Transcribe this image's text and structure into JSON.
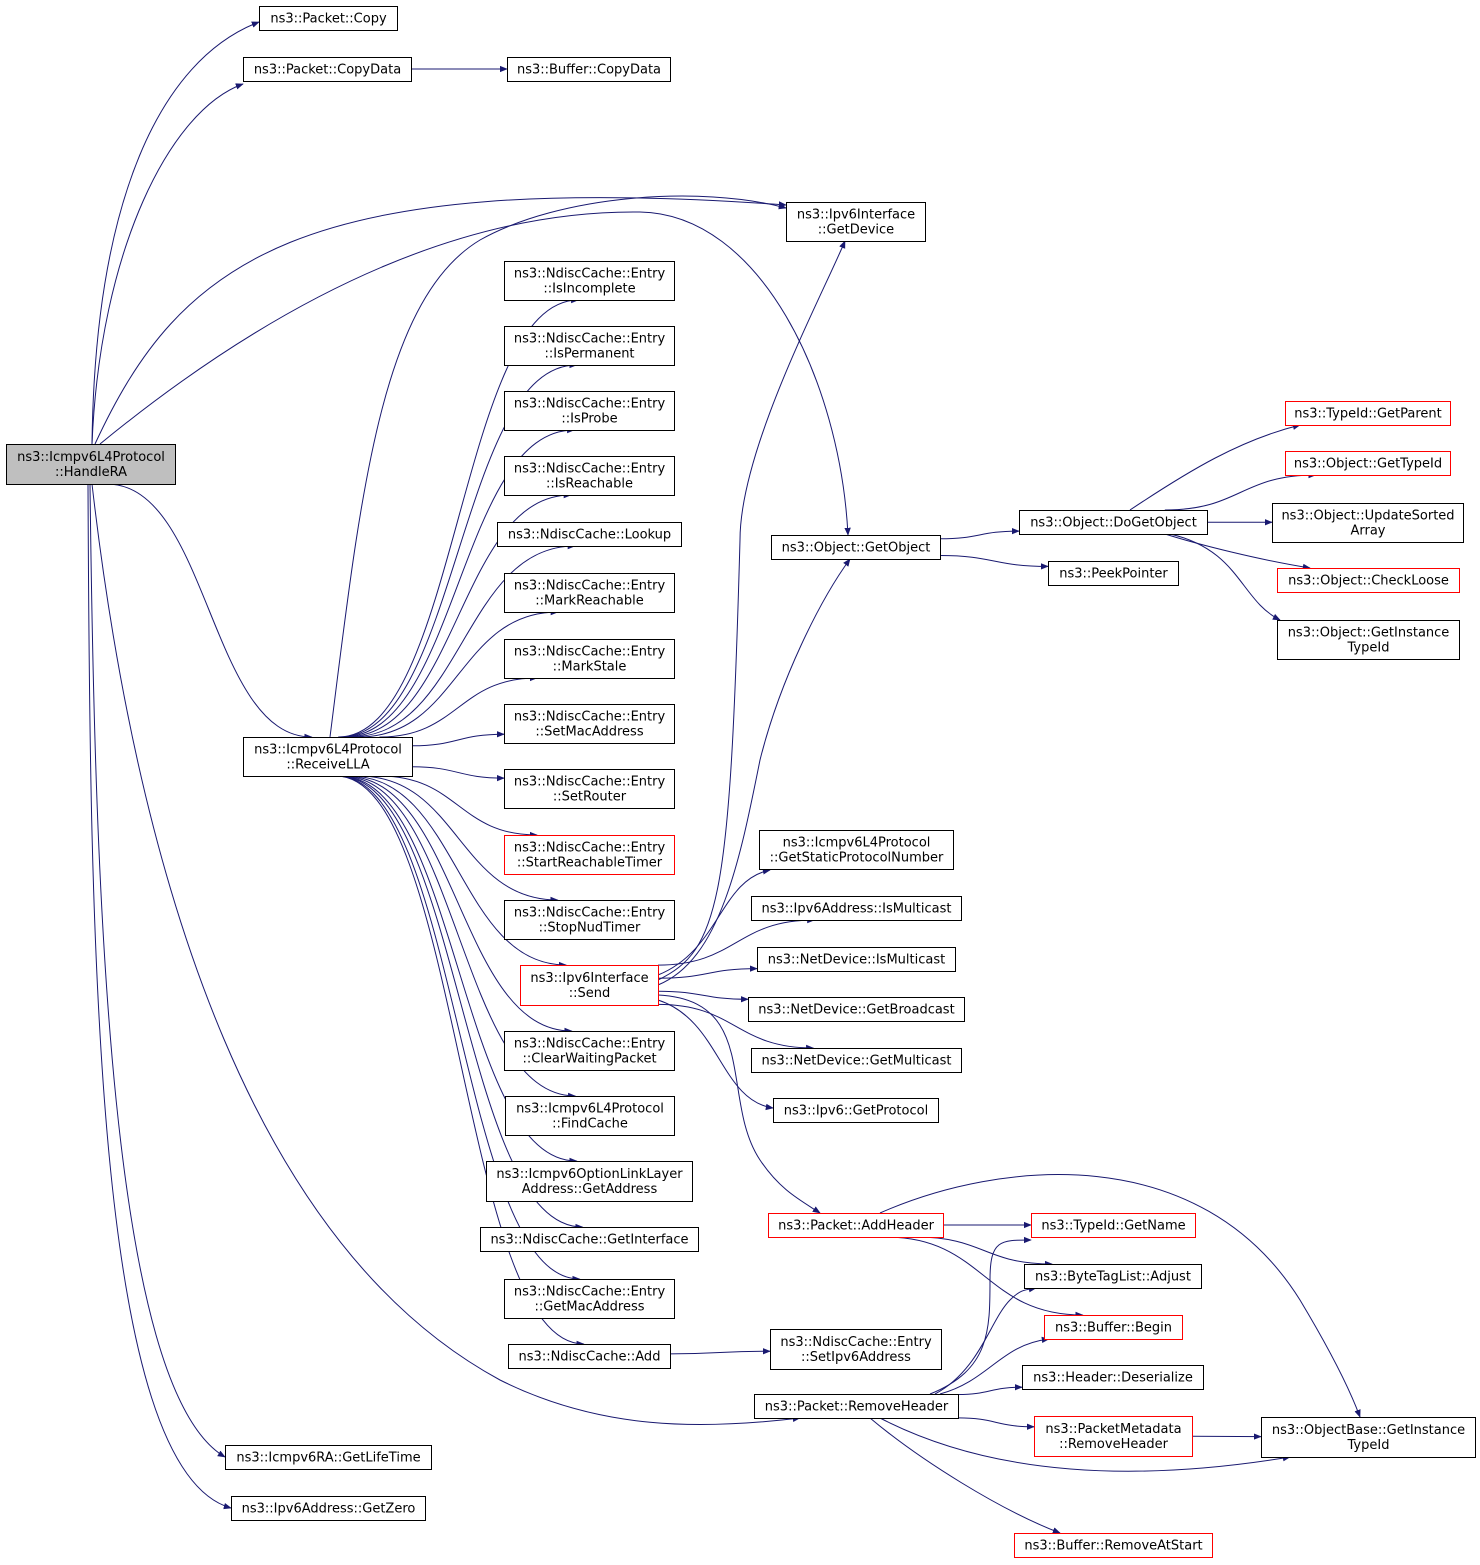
{
  "colors": {
    "edge": "#191970",
    "root_fill": "#bfbfbf",
    "node_border": "#000000",
    "truncated_border": "#ff0000",
    "background": "#ffffff"
  },
  "nodes": [
    {
      "id": "handle_ra",
      "lines": [
        "ns3::Icmpv6L4Protocol",
        "::HandleRA"
      ],
      "root": true
    },
    {
      "id": "packet_copy",
      "lines": [
        "ns3::Packet::Copy"
      ]
    },
    {
      "id": "packet_copydata",
      "lines": [
        "ns3::Packet::CopyData"
      ]
    },
    {
      "id": "buffer_copydata",
      "lines": [
        "ns3::Buffer::CopyData"
      ]
    },
    {
      "id": "ipv6if_getdevice",
      "lines": [
        "ns3::Ipv6Interface",
        "::GetDevice"
      ]
    },
    {
      "id": "entry_isincomplete",
      "lines": [
        "ns3::NdiscCache::Entry",
        "::IsIncomplete"
      ]
    },
    {
      "id": "entry_ispermanent",
      "lines": [
        "ns3::NdiscCache::Entry",
        "::IsPermanent"
      ]
    },
    {
      "id": "entry_isprobe",
      "lines": [
        "ns3::NdiscCache::Entry",
        "::IsProbe"
      ]
    },
    {
      "id": "entry_isreachable",
      "lines": [
        "ns3::NdiscCache::Entry",
        "::IsReachable"
      ]
    },
    {
      "id": "ndisc_lookup",
      "lines": [
        "ns3::NdiscCache::Lookup"
      ]
    },
    {
      "id": "entry_markreachable",
      "lines": [
        "ns3::NdiscCache::Entry",
        "::MarkReachable"
      ]
    },
    {
      "id": "entry_markstale",
      "lines": [
        "ns3::NdiscCache::Entry",
        "::MarkStale"
      ]
    },
    {
      "id": "entry_setmacaddress",
      "lines": [
        "ns3::NdiscCache::Entry",
        "::SetMacAddress"
      ]
    },
    {
      "id": "entry_setrouter",
      "lines": [
        "ns3::NdiscCache::Entry",
        "::SetRouter"
      ]
    },
    {
      "id": "entry_startreachabletimer",
      "lines": [
        "ns3::NdiscCache::Entry",
        "::StartReachableTimer"
      ],
      "truncated": true
    },
    {
      "id": "entry_stopnudtimer",
      "lines": [
        "ns3::NdiscCache::Entry",
        "::StopNudTimer"
      ]
    },
    {
      "id": "ipv6if_send",
      "lines": [
        "ns3::Ipv6Interface",
        "::Send"
      ],
      "truncated": true
    },
    {
      "id": "entry_clearwaitingpacket",
      "lines": [
        "ns3::NdiscCache::Entry",
        "::ClearWaitingPacket"
      ]
    },
    {
      "id": "icmp_findcache",
      "lines": [
        "ns3::Icmpv6L4Protocol",
        "::FindCache"
      ]
    },
    {
      "id": "optlinklayer_getaddress",
      "lines": [
        "ns3::Icmpv6OptionLinkLayer",
        "Address::GetAddress"
      ]
    },
    {
      "id": "ndisc_getinterface",
      "lines": [
        "ns3::NdiscCache::GetInterface"
      ]
    },
    {
      "id": "entry_getmacaddress",
      "lines": [
        "ns3::NdiscCache::Entry",
        "::GetMacAddress"
      ]
    },
    {
      "id": "ndisc_add",
      "lines": [
        "ns3::NdiscCache::Add"
      ]
    },
    {
      "id": "icmp_receivella",
      "lines": [
        "ns3::Icmpv6L4Protocol",
        "::ReceiveLLA"
      ]
    },
    {
      "id": "icmpv6ra_getlifetime",
      "lines": [
        "ns3::Icmpv6RA::GetLifeTime"
      ]
    },
    {
      "id": "ipv6addr_getzero",
      "lines": [
        "ns3::Ipv6Address::GetZero"
      ]
    },
    {
      "id": "object_getobject",
      "lines": [
        "ns3::Object::GetObject"
      ]
    },
    {
      "id": "object_dogetobject",
      "lines": [
        "ns3::Object::DoGetObject"
      ]
    },
    {
      "id": "peekpointer",
      "lines": [
        "ns3::PeekPointer"
      ]
    },
    {
      "id": "typeid_getparent",
      "lines": [
        "ns3::TypeId::GetParent"
      ],
      "truncated": true
    },
    {
      "id": "object_gettypeid",
      "lines": [
        "ns3::Object::GetTypeId"
      ],
      "truncated": true
    },
    {
      "id": "object_updatesortedarray",
      "lines": [
        "ns3::Object::UpdateSorted",
        "Array"
      ]
    },
    {
      "id": "object_checkloose",
      "lines": [
        "ns3::Object::CheckLoose"
      ],
      "truncated": true
    },
    {
      "id": "object_getinstancetypeid",
      "lines": [
        "ns3::Object::GetInstance",
        "TypeId"
      ]
    },
    {
      "id": "icmp_getstaticprotocolnumber",
      "lines": [
        "ns3::Icmpv6L4Protocol",
        "::GetStaticProtocolNumber"
      ]
    },
    {
      "id": "ipv6addr_ismulticast",
      "lines": [
        "ns3::Ipv6Address::IsMulticast"
      ]
    },
    {
      "id": "netdevice_ismulticast",
      "lines": [
        "ns3::NetDevice::IsMulticast"
      ]
    },
    {
      "id": "netdevice_getbroadcast",
      "lines": [
        "ns3::NetDevice::GetBroadcast"
      ]
    },
    {
      "id": "netdevice_getmulticast",
      "lines": [
        "ns3::NetDevice::GetMulticast"
      ]
    },
    {
      "id": "ipv6_getprotocol",
      "lines": [
        "ns3::Ipv6::GetProtocol"
      ]
    },
    {
      "id": "packet_addheader",
      "lines": [
        "ns3::Packet::AddHeader"
      ],
      "truncated": true
    },
    {
      "id": "typeid_getname",
      "lines": [
        "ns3::TypeId::GetName"
      ],
      "truncated": true
    },
    {
      "id": "bytetaglist_adjust",
      "lines": [
        "ns3::ByteTagList::Adjust"
      ]
    },
    {
      "id": "buffer_begin",
      "lines": [
        "ns3::Buffer::Begin"
      ],
      "truncated": true
    },
    {
      "id": "header_deserialize",
      "lines": [
        "ns3::Header::Deserialize"
      ]
    },
    {
      "id": "packet_removeheader",
      "lines": [
        "ns3::Packet::RemoveHeader"
      ]
    },
    {
      "id": "packetmetadata_removeheader",
      "lines": [
        "ns3::PacketMetadata",
        "::RemoveHeader"
      ],
      "truncated": true
    },
    {
      "id": "objectbase_getinstancetypeid",
      "lines": [
        "ns3::ObjectBase::GetInstance",
        "TypeId"
      ]
    },
    {
      "id": "buffer_removeatstart",
      "lines": [
        "ns3::Buffer::RemoveAtStart"
      ],
      "truncated": true
    }
  ],
  "edges": [
    [
      "handle_ra",
      "packet_copy"
    ],
    [
      "handle_ra",
      "packet_copydata"
    ],
    [
      "packet_copydata",
      "buffer_copydata"
    ],
    [
      "handle_ra",
      "ipv6if_getdevice"
    ],
    [
      "handle_ra",
      "object_getobject"
    ],
    [
      "handle_ra",
      "icmp_receivella"
    ],
    [
      "handle_ra",
      "packet_removeheader"
    ],
    [
      "handle_ra",
      "icmpv6ra_getlifetime"
    ],
    [
      "handle_ra",
      "ipv6addr_getzero"
    ],
    [
      "icmp_receivella",
      "ipv6if_getdevice"
    ],
    [
      "icmp_receivella",
      "entry_isincomplete"
    ],
    [
      "icmp_receivella",
      "entry_ispermanent"
    ],
    [
      "icmp_receivella",
      "entry_isprobe"
    ],
    [
      "icmp_receivella",
      "entry_isreachable"
    ],
    [
      "icmp_receivella",
      "ndisc_lookup"
    ],
    [
      "icmp_receivella",
      "entry_markreachable"
    ],
    [
      "icmp_receivella",
      "entry_markstale"
    ],
    [
      "icmp_receivella",
      "entry_setmacaddress"
    ],
    [
      "icmp_receivella",
      "entry_setrouter"
    ],
    [
      "icmp_receivella",
      "entry_startreachabletimer"
    ],
    [
      "icmp_receivella",
      "entry_stopnudtimer"
    ],
    [
      "icmp_receivella",
      "ipv6if_send"
    ],
    [
      "icmp_receivella",
      "entry_clearwaitingpacket"
    ],
    [
      "icmp_receivella",
      "icmp_findcache"
    ],
    [
      "icmp_receivella",
      "optlinklayer_getaddress"
    ],
    [
      "icmp_receivella",
      "ndisc_getinterface"
    ],
    [
      "icmp_receivella",
      "entry_getmacaddress"
    ],
    [
      "icmp_receivella",
      "ndisc_add"
    ],
    [
      "ndisc_add",
      "entry_setipv6address"
    ],
    [
      "object_getobject",
      "object_dogetobject"
    ],
    [
      "object_getobject",
      "peekpointer"
    ],
    [
      "object_dogetobject",
      "typeid_getparent"
    ],
    [
      "object_dogetobject",
      "object_gettypeid"
    ],
    [
      "object_dogetobject",
      "object_updatesortedarray"
    ],
    [
      "object_dogetobject",
      "object_checkloose"
    ],
    [
      "object_dogetobject",
      "object_getinstancetypeid"
    ],
    [
      "ipv6if_send",
      "ipv6if_getdevice"
    ],
    [
      "ipv6if_send",
      "object_getobject"
    ],
    [
      "ipv6if_send",
      "icmp_getstaticprotocolnumber"
    ],
    [
      "ipv6if_send",
      "ipv6addr_ismulticast"
    ],
    [
      "ipv6if_send",
      "netdevice_ismulticast"
    ],
    [
      "ipv6if_send",
      "netdevice_getbroadcast"
    ],
    [
      "ipv6if_send",
      "netdevice_getmulticast"
    ],
    [
      "ipv6if_send",
      "ipv6_getprotocol"
    ],
    [
      "ipv6if_send",
      "packet_addheader"
    ],
    [
      "packet_addheader",
      "typeid_getname"
    ],
    [
      "packet_addheader",
      "bytetaglist_adjust"
    ],
    [
      "packet_addheader",
      "buffer_begin"
    ],
    [
      "packet_addheader",
      "objectbase_getinstancetypeid"
    ],
    [
      "packet_removeheader",
      "typeid_getname"
    ],
    [
      "packet_removeheader",
      "bytetaglist_adjust"
    ],
    [
      "packet_removeheader",
      "buffer_begin"
    ],
    [
      "packet_removeheader",
      "header_deserialize"
    ],
    [
      "packet_removeheader",
      "packetmetadata_removeheader"
    ],
    [
      "packet_removeheader",
      "objectbase_getinstancetypeid"
    ],
    [
      "packet_removeheader",
      "buffer_removeatstart"
    ],
    [
      "packetmetadata_removeheader",
      "objectbase_getinstancetypeid"
    ]
  ],
  "extra_nodes": [
    {
      "id": "entry_setipv6address",
      "lines": [
        "ns3::NdiscCache::Entry",
        "::SetIpv6Address"
      ]
    }
  ]
}
